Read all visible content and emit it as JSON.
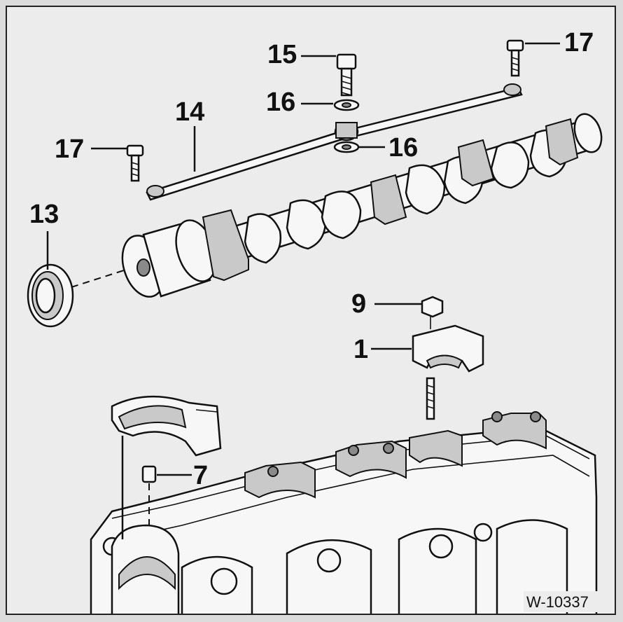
{
  "callouts": {
    "c1": "1",
    "c7": "7",
    "c9": "9",
    "c13": "13",
    "c14": "14",
    "c15": "15",
    "c16a": "16",
    "c16b": "16",
    "c17a": "17",
    "c17b": "17"
  },
  "reference": "W-10337",
  "colors": {
    "background": "#ececec",
    "line": "#111111",
    "shade": "#c9c9c9"
  }
}
